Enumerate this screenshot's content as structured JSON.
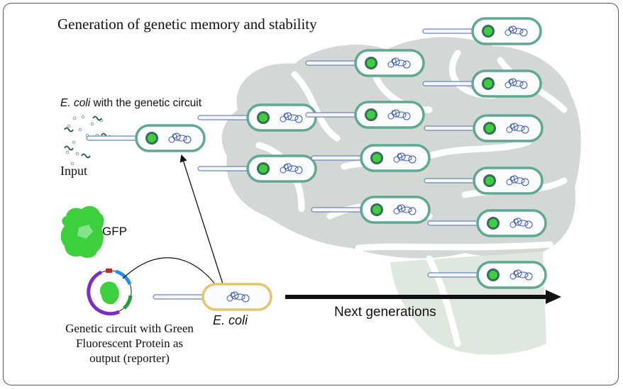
{
  "title": "Generation of genetic memory and stability",
  "labels": {
    "ecoli_circuit_italic": "E. coli",
    "ecoli_circuit_rest": " with the genetic circuit",
    "input": "Input",
    "gfp": "GFP",
    "ecoli": "E. coli",
    "circuit_caption_lines": [
      "Genetic circuit with Green",
      "Fluorescent Protein as",
      "output (reporter)"
    ],
    "next_generations": "Next generations"
  },
  "colors": {
    "brain": "#d4d8d4",
    "brain_lower": "#dfe8df",
    "cell_border_teal": "#5fa893",
    "cell_border_yellow": "#e3c46f",
    "gfp_green": "#3ecf3e",
    "plasmid_purple": "#7a2fc4",
    "plasmid_blue": "#2b8fe0",
    "plasmid_red": "#d62020",
    "plasmid_green": "#1f9e3a",
    "dna_blue": "#3b56b8",
    "arrow_black": "#111111"
  },
  "icons": {
    "bacterium": "rod-shaped-bacterium-with-flagellum",
    "plasmid": "circular-plasmid",
    "gfp_protein": "gfp-protein-blob",
    "input_molecules": "scattered-molecules",
    "brain": "brain-silhouette"
  }
}
